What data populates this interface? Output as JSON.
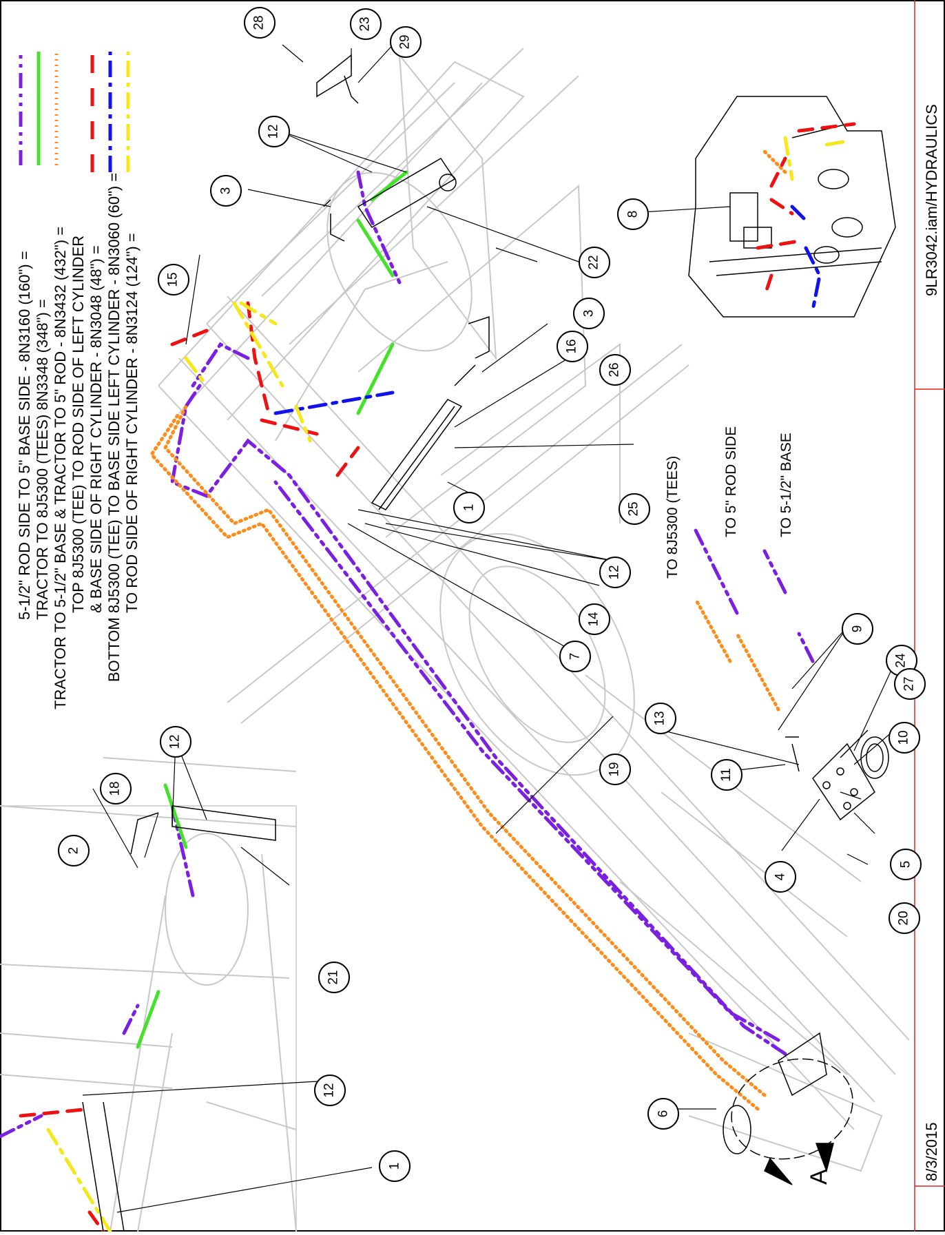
{
  "drawing": {
    "legend": [
      {
        "text": "5-1/2\" ROD SIDE TO 5\" BASE SIDE - 8N3160 (160\") =",
        "color": "#7b1fe0",
        "style": "dash-dot-dot"
      },
      {
        "text": "TRACTOR TO 8J5300 (TEES) 8N3348 (348\") =",
        "color": "#44e22a",
        "style": "solid"
      },
      {
        "text": "TRACTOR TO 5-1/2\" BASE & TRACTOR TO 5\" ROD - 8N3432 (432\") =",
        "color": "#ff8c1a",
        "style": "dotted"
      },
      {
        "text": "TOP 8J5300 (TEE) TO ROD SIDE OF LEFT CYLINDER",
        "color": "",
        "style": ""
      },
      {
        "text": "& BASE SIDE OF RIGHT CYLINDER - 8N3048 (48\") =",
        "color": "#ee1111",
        "style": "long-dash"
      },
      {
        "text": "BOTTOM 8J5300 (TEE) TO BASE SIDE LEFT CYLINDER - 8N3060 (60\") =",
        "color": "#1111ee",
        "style": "dash-dot"
      },
      {
        "text": "TO ROD SIDE OF RIGHT CYLINDER - 8N3124 (124\") =",
        "color": "#f4e81a",
        "style": "dash-dot"
      }
    ],
    "title_block": {
      "date": "8/3/2015",
      "file": "9LR3042.iam/HYDRAULICS"
    },
    "callouts": [
      {
        "text": "TO 8J5300 (TEES)"
      },
      {
        "text": "TO 5\" ROD SIDE"
      },
      {
        "text": "TO 5-1/2\" BASE"
      }
    ],
    "section_label": "A",
    "balloons": [
      "28",
      "23",
      "29",
      "12",
      "3",
      "22",
      "15",
      "8",
      "16",
      "26",
      "3",
      "1",
      "25",
      "12",
      "14",
      "7",
      "9",
      "24",
      "27",
      "13",
      "11",
      "10",
      "4",
      "5",
      "20",
      "19",
      "12",
      "18",
      "2",
      "21",
      "12",
      "1",
      "6"
    ]
  }
}
